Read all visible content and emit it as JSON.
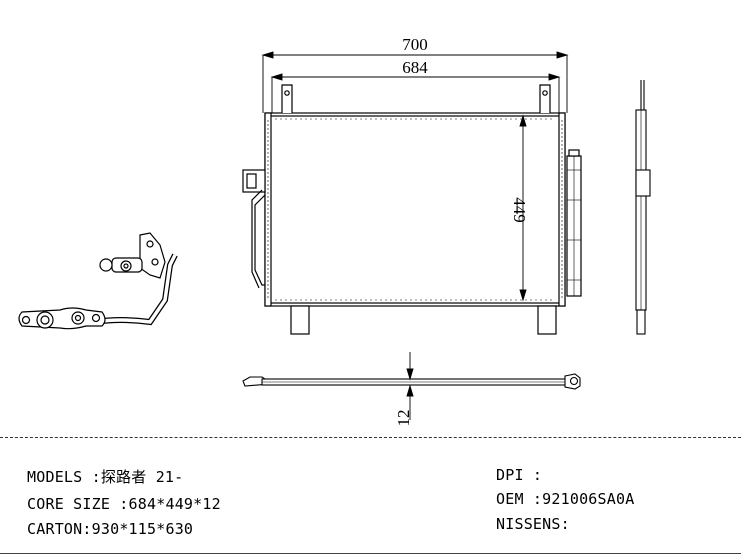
{
  "drawing": {
    "dim_overall_width": "700",
    "dim_core_width": "684",
    "dim_core_height": "449",
    "dim_thickness": "12"
  },
  "specs": {
    "models": {
      "label": "MODELS :",
      "value": "探路者 21-"
    },
    "core_size": {
      "label": "CORE SIZE :",
      "value": "684*449*12"
    },
    "carton": {
      "label": "CARTON:",
      "value": "930*115*630"
    },
    "dpi": {
      "label": "DPI :",
      "value": ""
    },
    "oem": {
      "label": "OEM :",
      "value": "921006SA0A"
    },
    "nissens": {
      "label": "NISSENS:",
      "value": ""
    }
  }
}
